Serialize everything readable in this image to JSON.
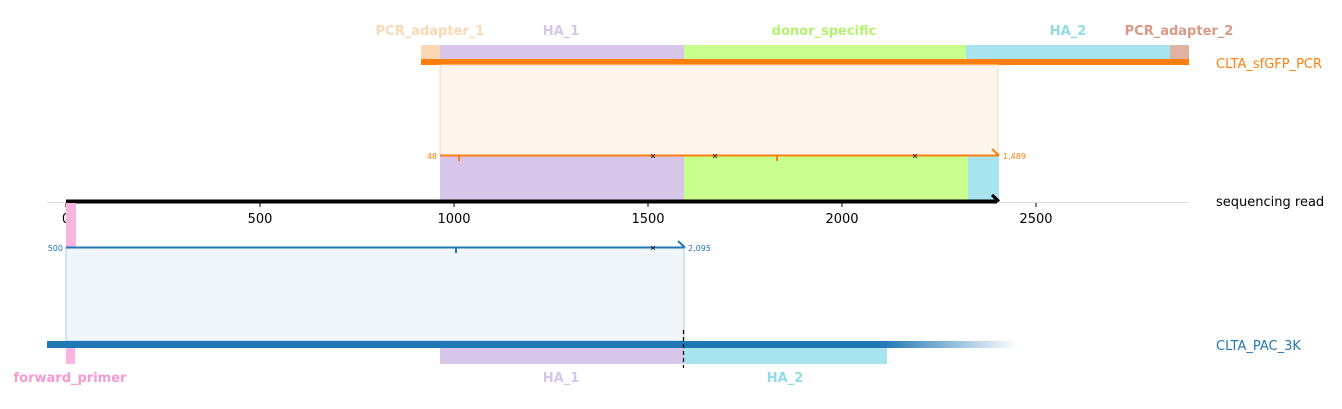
{
  "colors": {
    "orange": "#ff7f0e",
    "blue": "#1f77b4",
    "pcr_adapter_1": "#fbd8b3",
    "ha_1": "#d7c6ea",
    "donor_specific": "#c9ff8f",
    "ha_2": "#a8e4ee",
    "pcr_adapter_2": "#e0b2a3",
    "forward_primer": "#f9b5de",
    "read": "#000000"
  },
  "read": {
    "label": "sequencing read",
    "ticks": [
      "0",
      "500",
      "1000",
      "1500",
      "2000",
      "2500"
    ]
  },
  "top_target": {
    "label": "CLTA_sfGFP_PCR",
    "features": [
      {
        "name": "PCR_adapter_1",
        "color_key": "pcr_adapter_1"
      },
      {
        "name": "HA_1",
        "color_key": "ha_1"
      },
      {
        "name": "donor_specific",
        "color_key": "donor_specific"
      },
      {
        "name": "HA_2",
        "color_key": "ha_2"
      },
      {
        "name": "PCR_adapter_2",
        "color_key": "pcr_adapter_2"
      }
    ],
    "alignment": {
      "start_label": "48",
      "end_label": "1,489"
    }
  },
  "bottom_target": {
    "label": "CLTA_PAC_3K",
    "features": [
      {
        "name": "forward_primer",
        "color_key": "forward_primer"
      },
      {
        "name": "HA_1",
        "color_key": "ha_1"
      },
      {
        "name": "HA_2",
        "color_key": "ha_2"
      }
    ],
    "alignment": {
      "start_label": "500",
      "end_label": "2,095"
    }
  }
}
